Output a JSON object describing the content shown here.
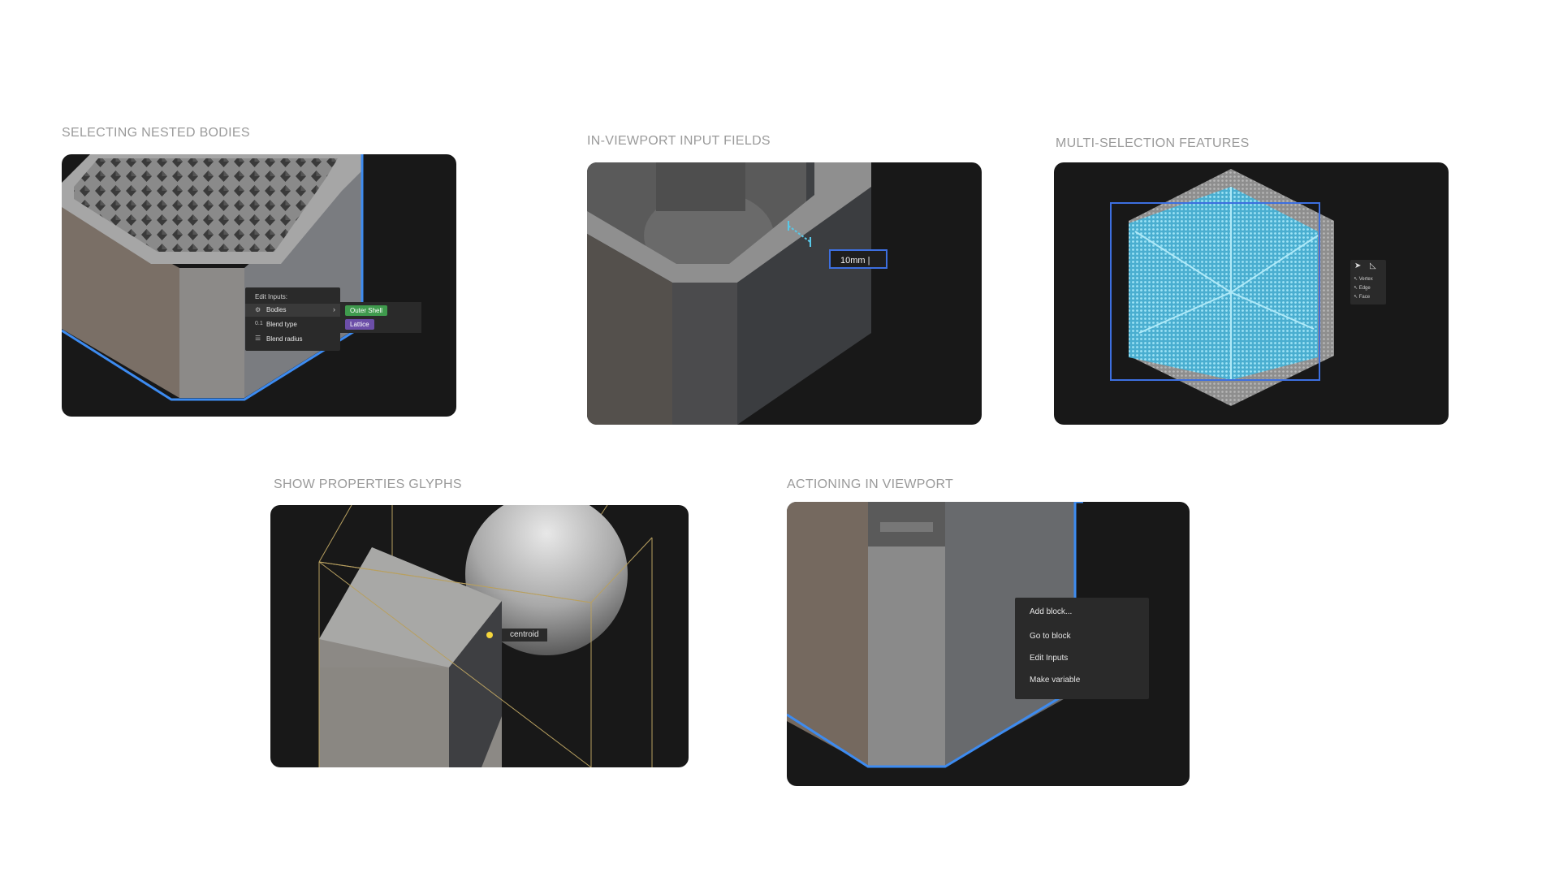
{
  "sections": {
    "nested_bodies": {
      "label": "SELECTING NESTED BODIES",
      "menu": {
        "header": "Edit Inputs:",
        "items": [
          {
            "label": "Bodies",
            "chevron": "›"
          },
          {
            "label": "Blend type",
            "icon_text": "0.1"
          },
          {
            "label": "Blend radius"
          }
        ],
        "submenu": [
          {
            "label": "Outer Shell",
            "color": "#3f9a4d"
          },
          {
            "label": "Lattice",
            "color": "#6c4ea8"
          }
        ]
      }
    },
    "input_fields": {
      "label": "IN-VIEWPORT INPUT FIELDS",
      "field_value": "10mm |"
    },
    "multi_selection": {
      "label": "MULTI-SELECTION FEATURES",
      "toolbar_items": [
        "Vertex",
        "Edge",
        "Face"
      ]
    },
    "properties_glyphs": {
      "label": "SHOW PROPERTIES GLYPHS",
      "glyph_label": "centroid"
    },
    "actioning": {
      "label": "ACTIONING IN VIEWPORT",
      "menu_items": [
        "Add block...",
        "Go to block",
        "Edit Inputs",
        "Make variable"
      ]
    }
  },
  "colors": {
    "selection_blue": "#3d8bf0",
    "cyan": "#58c8e8",
    "bbox_gold": "#b8a060",
    "centroid": "#f5d63c"
  }
}
